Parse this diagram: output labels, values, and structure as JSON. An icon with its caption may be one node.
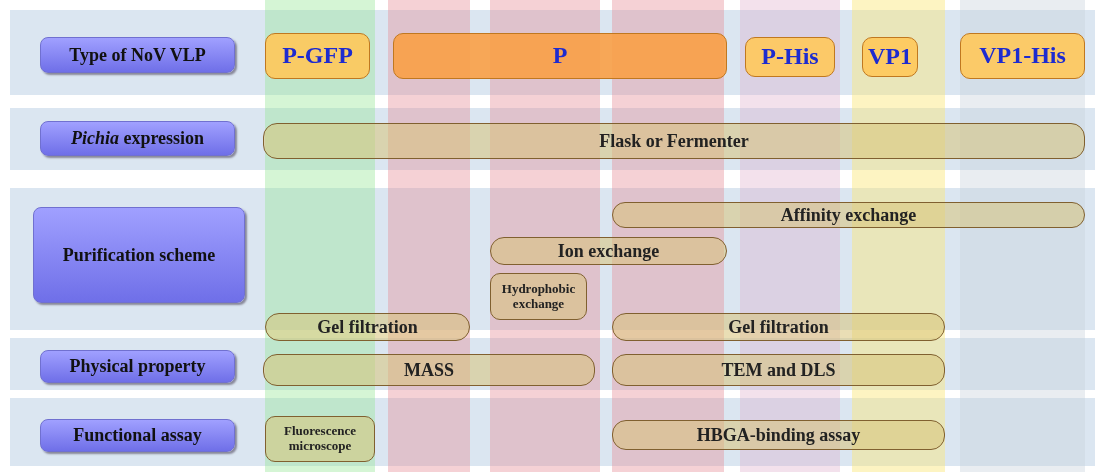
{
  "diagram": {
    "nodes": [
      {
        "text": [
          "Type of NoV VLP"
        ]
      },
      {
        "text": [
          "P-GFP"
        ]
      },
      {
        "text": [
          "P"
        ]
      },
      {
        "text": [
          "P-His"
        ]
      },
      {
        "text": [
          "VP1"
        ]
      },
      {
        "text": [
          "VP1-His"
        ]
      },
      {
        "text": [
          "*Pichia* expression"
        ]
      },
      {
        "text": [
          "Flask or Fermenter"
        ]
      },
      {
        "text": [
          "Purification scheme"
        ]
      },
      {
        "text": [
          "Affinity exchange"
        ]
      },
      {
        "text": [
          "Ion exchange"
        ]
      },
      {
        "text": [
          "Hydrophobic exchange"
        ]
      },
      {
        "text": [
          "Gel filtration"
        ]
      },
      {
        "text": [
          "Gel filtration"
        ]
      },
      {
        "text": [
          "Physical property"
        ]
      },
      {
        "text": [
          "MASS"
        ]
      },
      {
        "text": [
          "TEM and DLS"
        ]
      },
      {
        "text": [
          "Functional assay"
        ]
      },
      {
        "text": [
          "Fluorescence microscope"
        ]
      },
      {
        "text": [
          "HBGA-binding assay"
        ]
      }
    ],
    "edges": []
  }
}
